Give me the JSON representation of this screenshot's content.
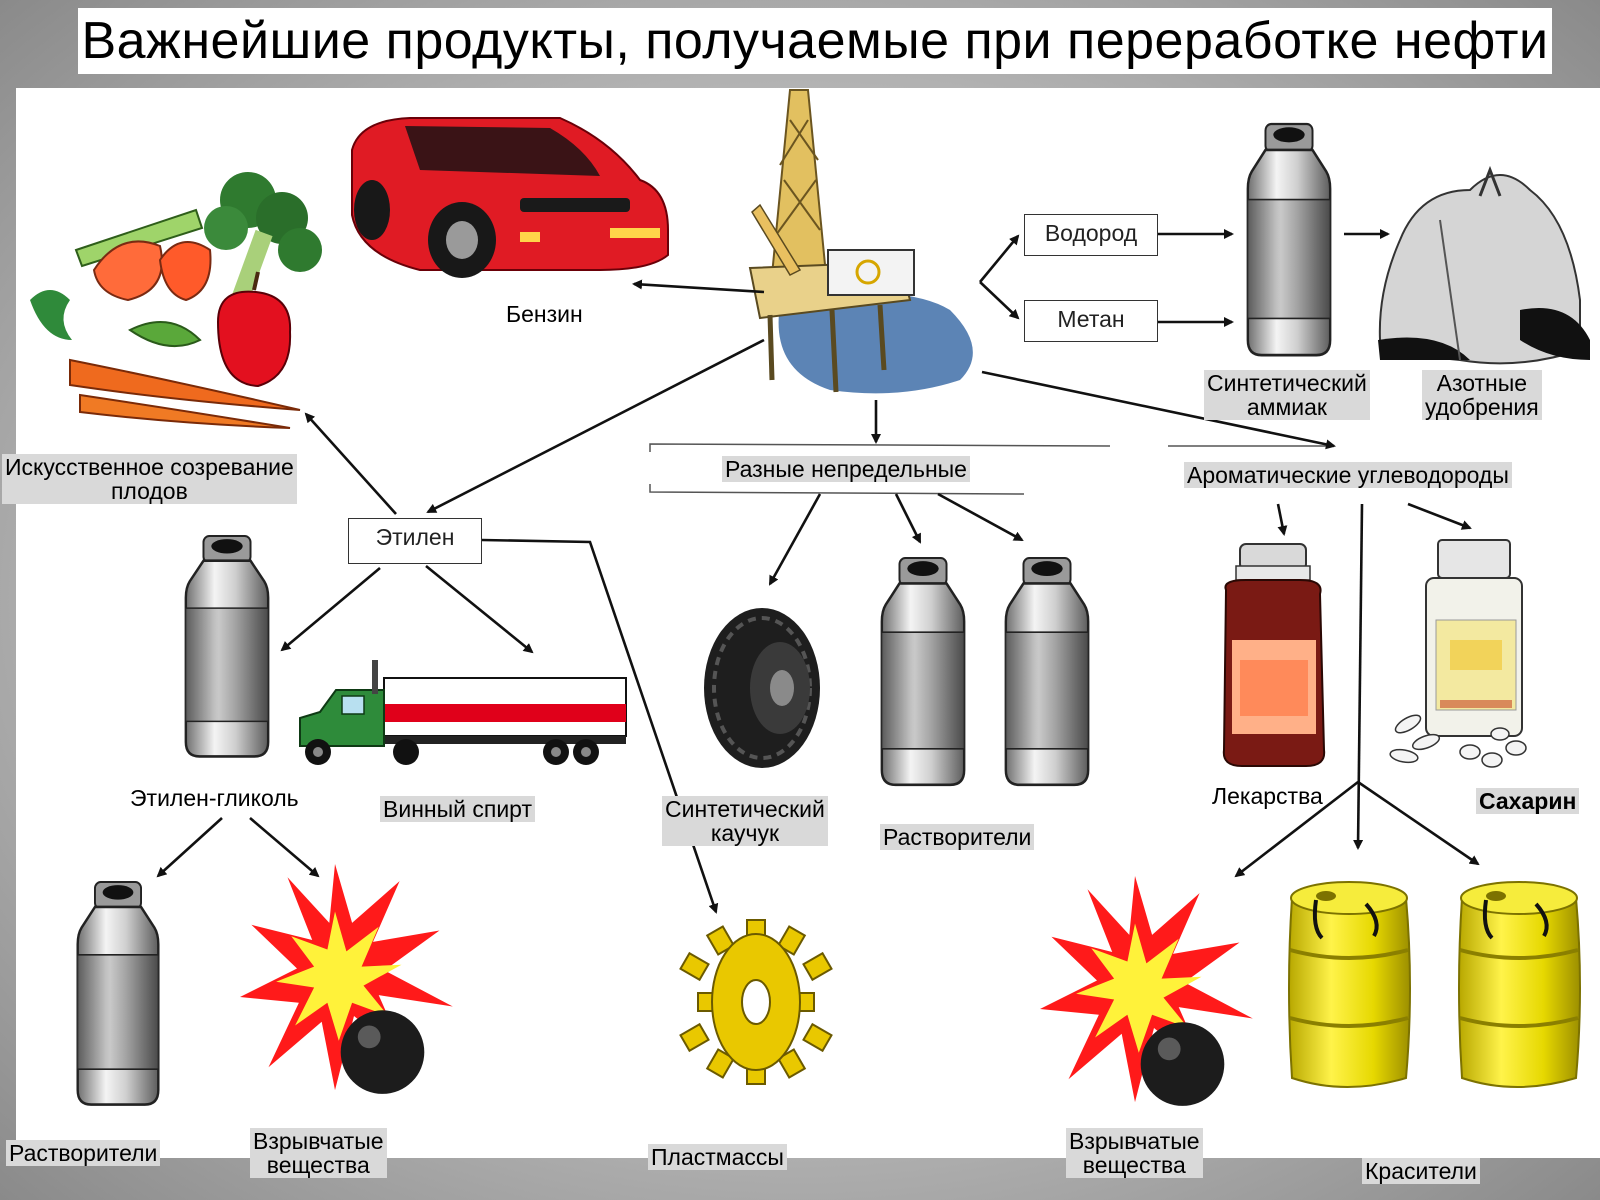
{
  "title": "Важнейшие продукты, получаемые при переработке нефти",
  "boxes": {
    "hydrogen": "Водород",
    "methane": "Метан",
    "ethylene": "Этилен"
  },
  "labels": {
    "gasoline": "Бензин",
    "ripening_line1": "Искусственное созревание",
    "ripening_line2": "плодов",
    "ammonia_line1": "Синтетический",
    "ammonia_line2": "аммиак",
    "fertilizer_line1": "Азотные",
    "fertilizer_line2": "удобрения",
    "unsaturated": "Разные непредельные",
    "aromatic": "Ароматические углеводороды",
    "glycol": "Этилен-гликоль",
    "wine_spirit": "Винный спирт",
    "rubber_line1": "Синтетический",
    "rubber_line2": "каучук",
    "solvents_mid": "Растворители",
    "medicines": "Лекарства",
    "saccharin": "Сахарин",
    "solvents_left": "Растворители",
    "explosives_left_line1": "Взрывчатые",
    "explosives_left_line2": "вещества",
    "plastics": "Пластмассы",
    "explosives_right_line1": "Взрывчатые",
    "explosives_right_line2": "вещества",
    "dyes": "Красители"
  },
  "colors": {
    "car": "#e01b24",
    "barrel": "#f2e500",
    "explosion": "#ff1a1a",
    "blast_core": "#fff23a",
    "truck_cab": "#2e8b3a",
    "truck_stripe": "#e0001a",
    "water": "#3f6fa8"
  },
  "icons": [
    "oil-platform-icon",
    "car-icon",
    "vegetables-icon",
    "bottle-icon",
    "fertilizer-bags-icon",
    "truck-icon",
    "tire-icon",
    "gear-icon",
    "explosion-icon",
    "barrel-icon",
    "medicine-jar-icon",
    "pills-icon"
  ]
}
